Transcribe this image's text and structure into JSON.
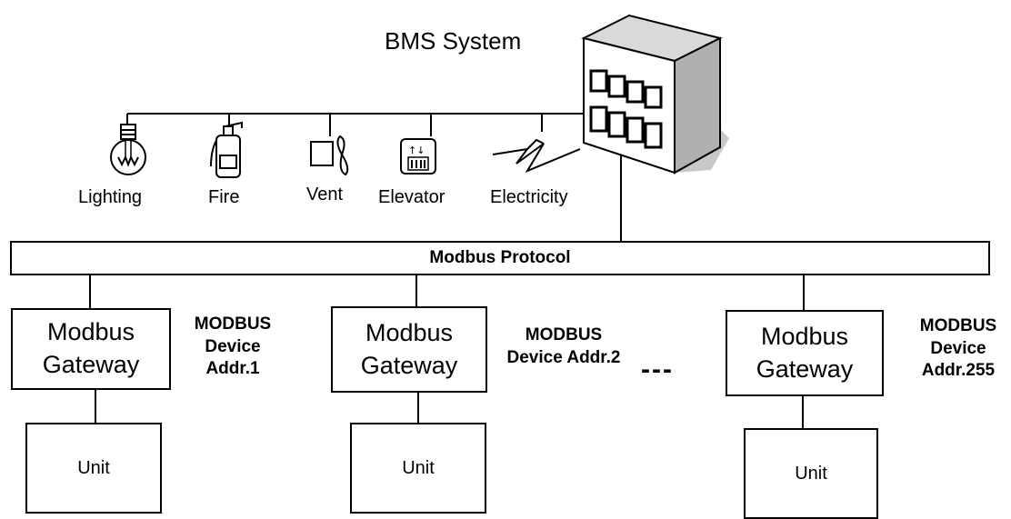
{
  "title": "BMS System",
  "devices": [
    {
      "label": "Lighting",
      "icon": "lightbulb-icon"
    },
    {
      "label": "Fire",
      "icon": "fire-extinguisher-icon"
    },
    {
      "label": "Vent",
      "icon": "fan-icon"
    },
    {
      "label": "Elevator",
      "icon": "elevator-icon"
    },
    {
      "label": "Electricity",
      "icon": "lightning-bolt-icon"
    }
  ],
  "bus_label": "Modbus Protocol",
  "gateways": [
    {
      "label_line1": "Modbus",
      "label_line2": "Gateway",
      "addr_lines": [
        "MODBUS",
        "Device",
        "Addr.1"
      ],
      "unit_label": "Unit"
    },
    {
      "label_line1": "Modbus",
      "label_line2": "Gateway",
      "addr_lines": [
        "MODBUS",
        "Device Addr.2"
      ],
      "unit_label": "Unit"
    },
    {
      "label_line1": "Modbus",
      "label_line2": "Gateway",
      "addr_lines": [
        "MODBUS",
        "Device",
        "Addr.255"
      ],
      "unit_label": "Unit"
    }
  ],
  "ellipsis": "---",
  "server_icon": "building-server-icon"
}
